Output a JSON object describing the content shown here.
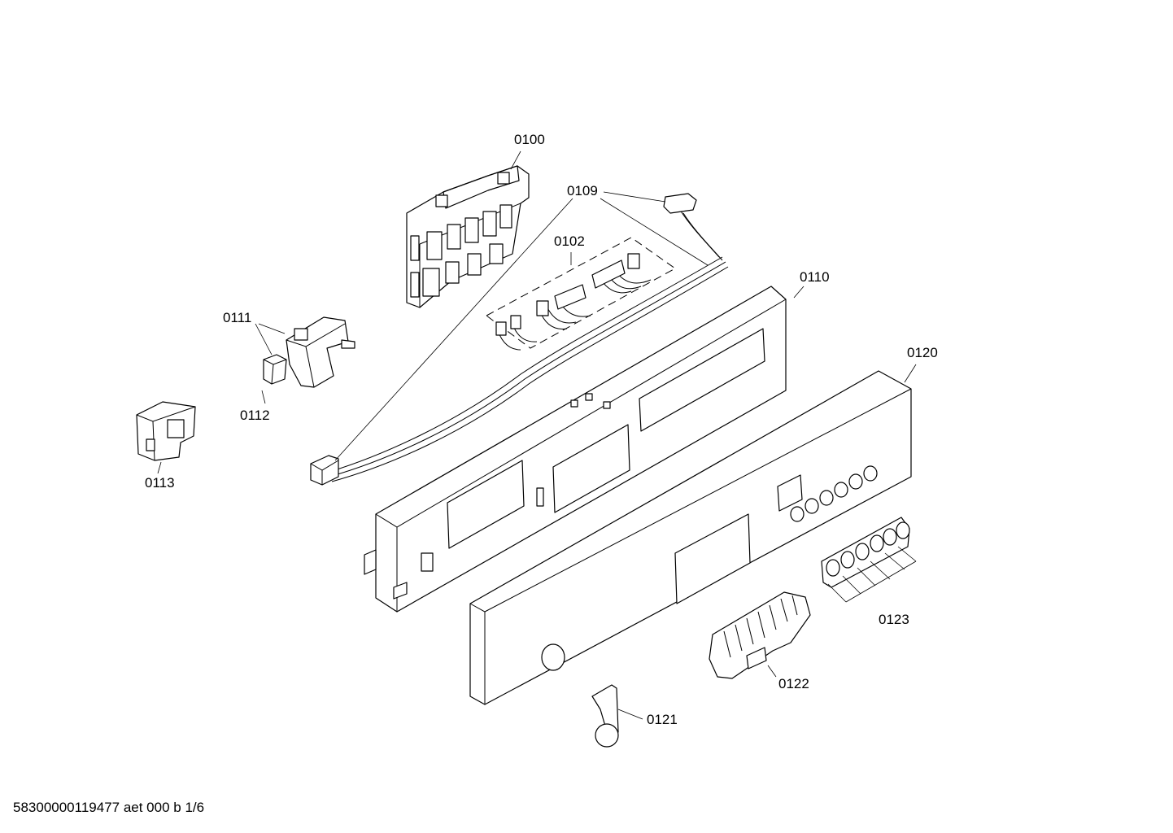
{
  "parts": [
    {
      "id": "0100"
    },
    {
      "id": "0102"
    },
    {
      "id": "0109"
    },
    {
      "id": "0110"
    },
    {
      "id": "0111"
    },
    {
      "id": "0112"
    },
    {
      "id": "0113"
    },
    {
      "id": "0120"
    },
    {
      "id": "0121"
    },
    {
      "id": "0122"
    },
    {
      "id": "0123"
    }
  ],
  "footer": "58300000119477 aet 000 b 1/6"
}
